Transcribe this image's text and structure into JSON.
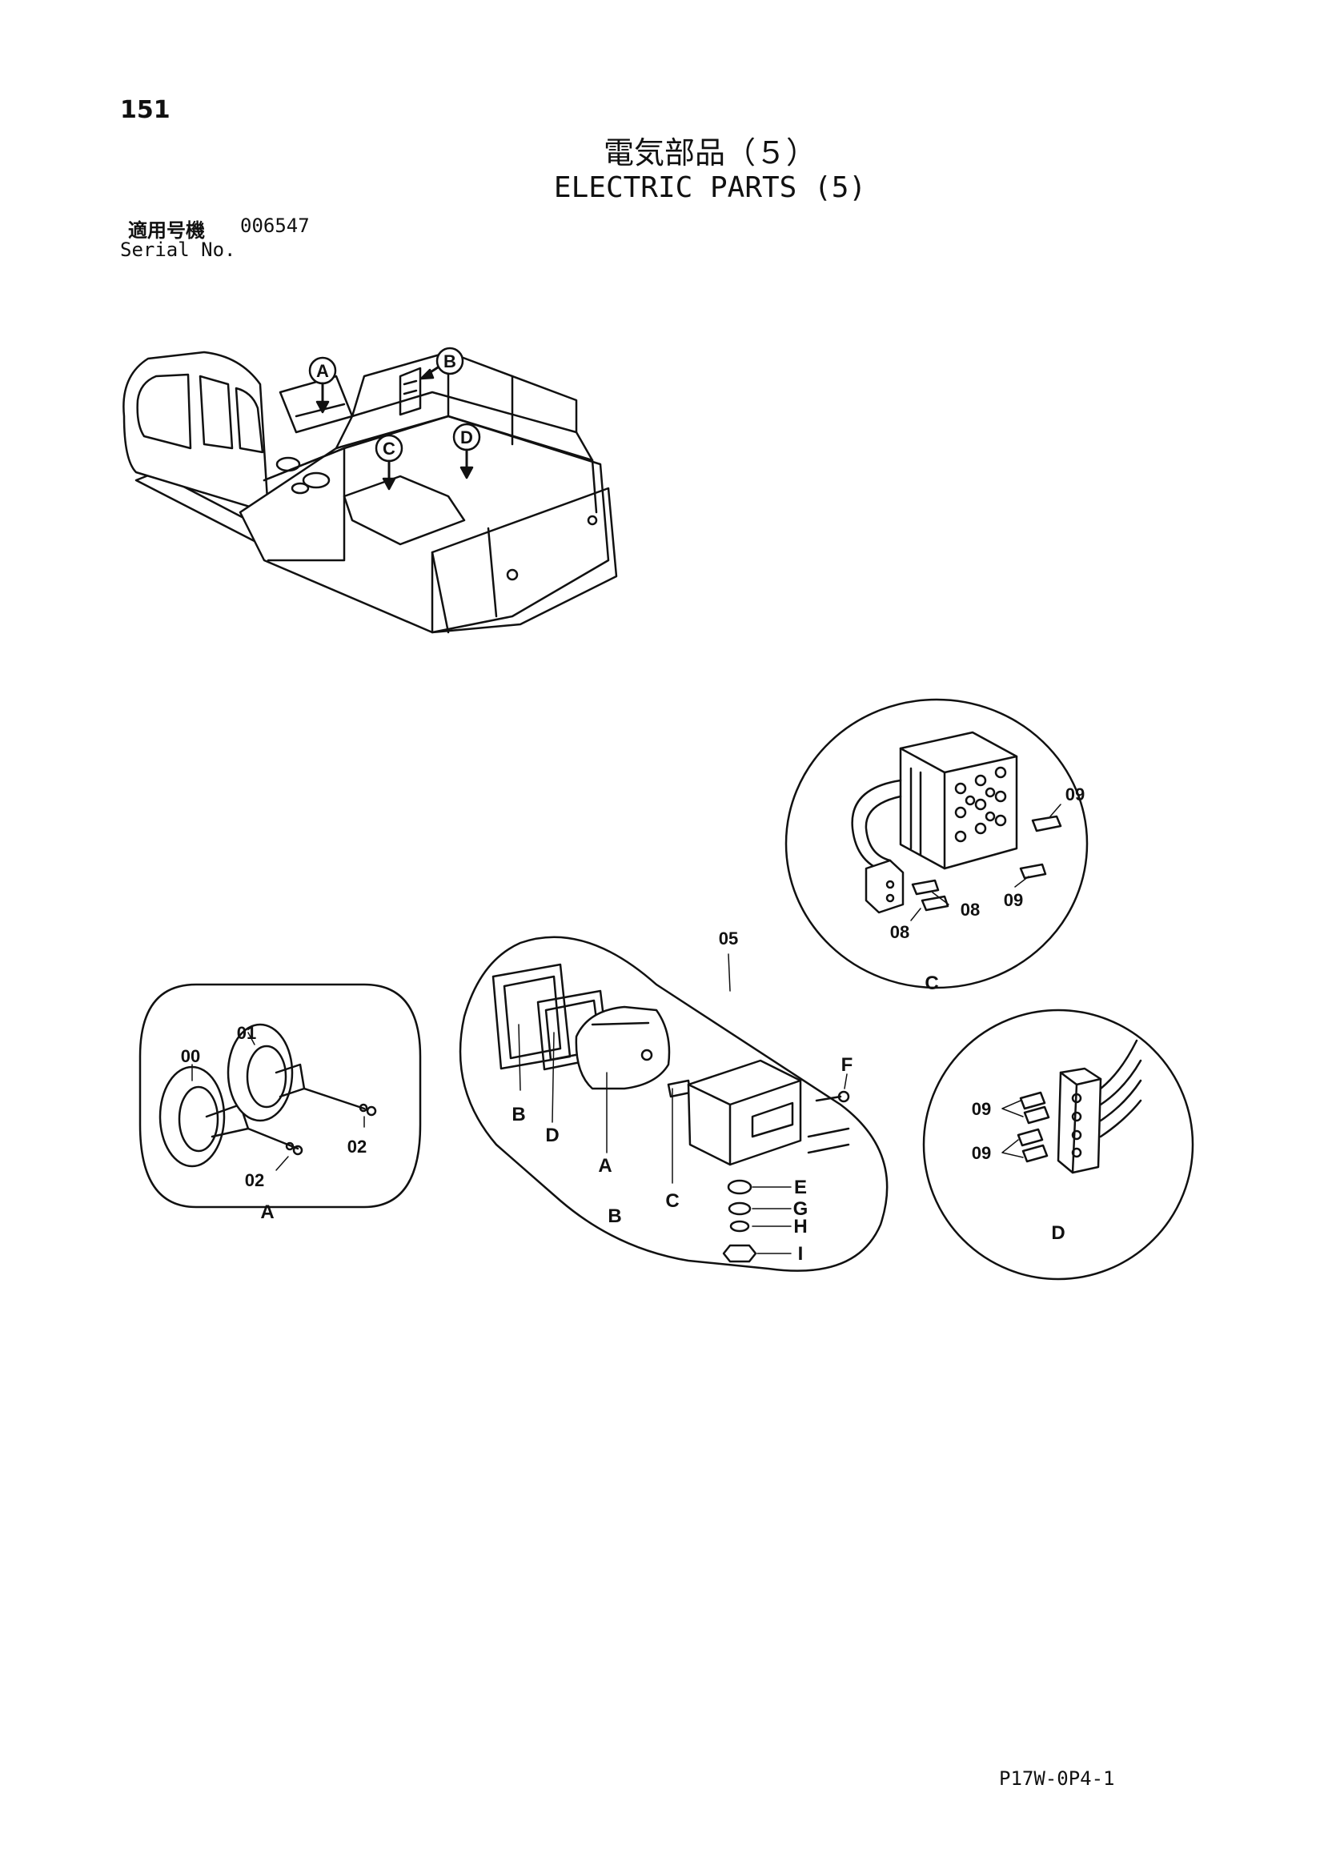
{
  "page": {
    "number": "151",
    "title_jp": "電気部品（５）",
    "title_en": "ELECTRIC PARTS (5)",
    "serial_label_jp": "適用号機",
    "serial_value": "006547",
    "serial_label_en": "Serial No.",
    "doc_code": "P17W-0P4-1"
  },
  "overview": {
    "callouts": [
      "A",
      "B",
      "C",
      "D"
    ]
  },
  "detail_a": {
    "label": "A",
    "parts": [
      "00",
      "01",
      "02",
      "02"
    ]
  },
  "detail_b": {
    "label": "B",
    "assembly": "05",
    "letters": [
      "B",
      "D",
      "A",
      "C",
      "F",
      "E",
      "G",
      "H",
      "I"
    ]
  },
  "detail_c": {
    "label": "C",
    "parts": [
      "09",
      "09",
      "08",
      "08"
    ]
  },
  "detail_d": {
    "label": "D",
    "parts": [
      "09",
      "09"
    ]
  }
}
